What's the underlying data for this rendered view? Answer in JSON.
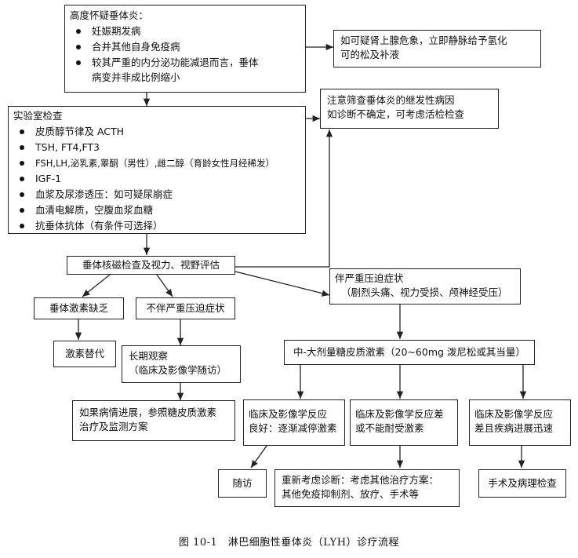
{
  "nodes": {
    "high_suspicion": {
      "title": "高度怀疑垂体炎：",
      "items": [
        "妊娠期发病",
        "合并其他自身免疫病",
        "较其严重的内分泌功能减退而言，垂体",
        "病变并非成比例缩小"
      ]
    },
    "adrenal_crisis": {
      "lines": [
        "如可疑肾上腺危象，立即静脉给予氢化",
        "可的松及补液"
      ]
    },
    "secondary_screening": {
      "lines": [
        "注意筛查垂体炎的继发性病因",
        "如诊断不确定，可考虑活检检查"
      ]
    },
    "lab_tests": {
      "title": "实验室检查",
      "items": [
        "皮质醇节律及 ACTH",
        "TSH, FT4,FT3",
        "FSH,LH,泌乳素,睾酮（男性）,雌二醇（育龄女性月经稀发）",
        "IGF-1",
        "血浆及尿渗透压：如可疑尿崩症",
        "血清电解质，空腹血浆血糖",
        "抗垂体抗体（有条件可选择）"
      ]
    },
    "mri": {
      "text": "垂体核磁检查及视力、视野评估"
    },
    "hormone_deficiency": {
      "text": "垂体激素缺乏"
    },
    "no_compression": {
      "text": "不伴严重压迫症状"
    },
    "severe_compression": {
      "lines": [
        "伴严重压迫症状",
        "（剧烈头痛、视力受损、颅神经受压）"
      ]
    },
    "replacement": {
      "text": "激素替代"
    },
    "long_term": {
      "lines": [
        "长期观察",
        "（临床及影像学随访）"
      ]
    },
    "glucocorticoid": {
      "text": "中-大剂量糖皮质激素（20~60mg 泼尼松或其当量）"
    },
    "progress_plan": {
      "lines": [
        "如果病情进展，参照糖皮质激素",
        "治疗及监测方案"
      ]
    },
    "good_response": {
      "lines": [
        "临床及影像学反应",
        "良好：逐渐减停激素"
      ]
    },
    "poor_response": {
      "lines": [
        "临床及影像学反应差",
        "或不能耐受激素"
      ]
    },
    "rapid_progress": {
      "lines": [
        "临床及影像学反应",
        "差且疾病进展迅速"
      ]
    },
    "follow_up": {
      "text": "随访"
    },
    "reconsider": {
      "lines": [
        "重新考虑诊断：考虑其他治疗方案：",
        "其他免疫抑制剂、放疗、手术等"
      ]
    },
    "surgery": {
      "text": "手术及病理检查"
    }
  },
  "caption": "图 10-1　淋巴细胞性垂体炎（LYH）诊疗流程"
}
